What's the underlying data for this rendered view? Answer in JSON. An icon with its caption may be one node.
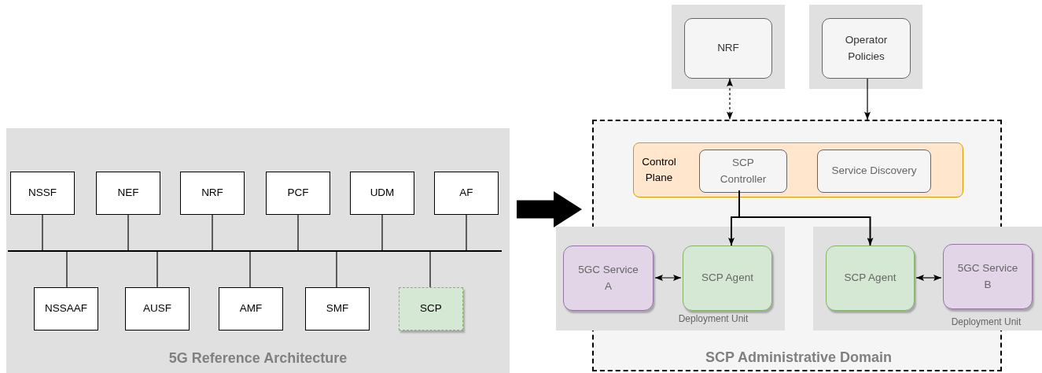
{
  "diagram": {
    "nodes": [
      {
        "text": [
          "5G Reference Architecture"
        ]
      },
      {
        "text": [
          "NSSF"
        ],
        "in": 0
      },
      {
        "text": [
          "NEF"
        ],
        "in": 0
      },
      {
        "text": [
          "NRF"
        ],
        "in": 0
      },
      {
        "text": [
          "PCF"
        ],
        "in": 0
      },
      {
        "text": [
          "UDM"
        ],
        "in": 0
      },
      {
        "text": [
          "AF"
        ],
        "in": 0
      },
      {
        "text": [],
        "shape": "bar",
        "in": 0
      },
      {
        "text": [
          "NSSAAF"
        ],
        "in": 0
      },
      {
        "text": [
          "AUSF"
        ],
        "in": 0
      },
      {
        "text": [
          "AMF"
        ],
        "in": 0
      },
      {
        "text": [
          "SMF"
        ],
        "in": 0
      },
      {
        "text": [
          "SCP"
        ],
        "in": 0
      },
      {
        "text": [],
        "shape": "box"
      },
      {
        "text": [
          "NRF"
        ],
        "in": 13
      },
      {
        "text": [],
        "shape": "box"
      },
      {
        "text": [
          "Operator Policies"
        ],
        "in": 15
      },
      {
        "text": [
          "SCP Administrative Domain"
        ]
      },
      {
        "text": [
          "Control Plane"
        ],
        "in": 17
      },
      {
        "text": [
          "SCP Controller"
        ],
        "in": 18
      },
      {
        "text": [
          "Service Discovery"
        ],
        "in": 18
      },
      {
        "text": [
          "Deployment Unit"
        ]
      },
      {
        "text": [
          "5GC Service A"
        ],
        "in": 21
      },
      {
        "text": [
          "SCP Agent"
        ],
        "in": 21
      },
      {
        "text": [
          "Deployment Unit"
        ]
      },
      {
        "text": [
          "SCP Agent"
        ],
        "in": 24
      },
      {
        "text": [
          "5GC Service B"
        ],
        "in": 24
      }
    ],
    "edges": [
      {
        "from": 1,
        "to": 7,
        "arrow": "none"
      },
      {
        "from": 2,
        "to": 7,
        "arrow": "none"
      },
      {
        "from": 3,
        "to": 7,
        "arrow": "none"
      },
      {
        "from": 4,
        "to": 7,
        "arrow": "none"
      },
      {
        "from": 5,
        "to": 7,
        "arrow": "none"
      },
      {
        "from": 6,
        "to": 7,
        "arrow": "none"
      },
      {
        "from": 7,
        "to": 8,
        "arrow": "none"
      },
      {
        "from": 7,
        "to": 9,
        "arrow": "none"
      },
      {
        "from": 7,
        "to": 10,
        "arrow": "none"
      },
      {
        "from": 7,
        "to": 11,
        "arrow": "none"
      },
      {
        "from": 7,
        "to": 12,
        "arrow": "none"
      },
      {
        "from": 0,
        "to": 17,
        "arrow": "to",
        "style": "thick"
      },
      {
        "from": 14,
        "to": 17,
        "arrow": "both",
        "style": "dashed"
      },
      {
        "from": 16,
        "to": 17,
        "arrow": "to"
      },
      {
        "from": 19,
        "to": 23,
        "arrow": "to"
      },
      {
        "from": 19,
        "to": 25,
        "arrow": "to"
      },
      {
        "from": 22,
        "to": 23,
        "arrow": "both"
      },
      {
        "from": 25,
        "to": 26,
        "arrow": "both"
      }
    ]
  }
}
